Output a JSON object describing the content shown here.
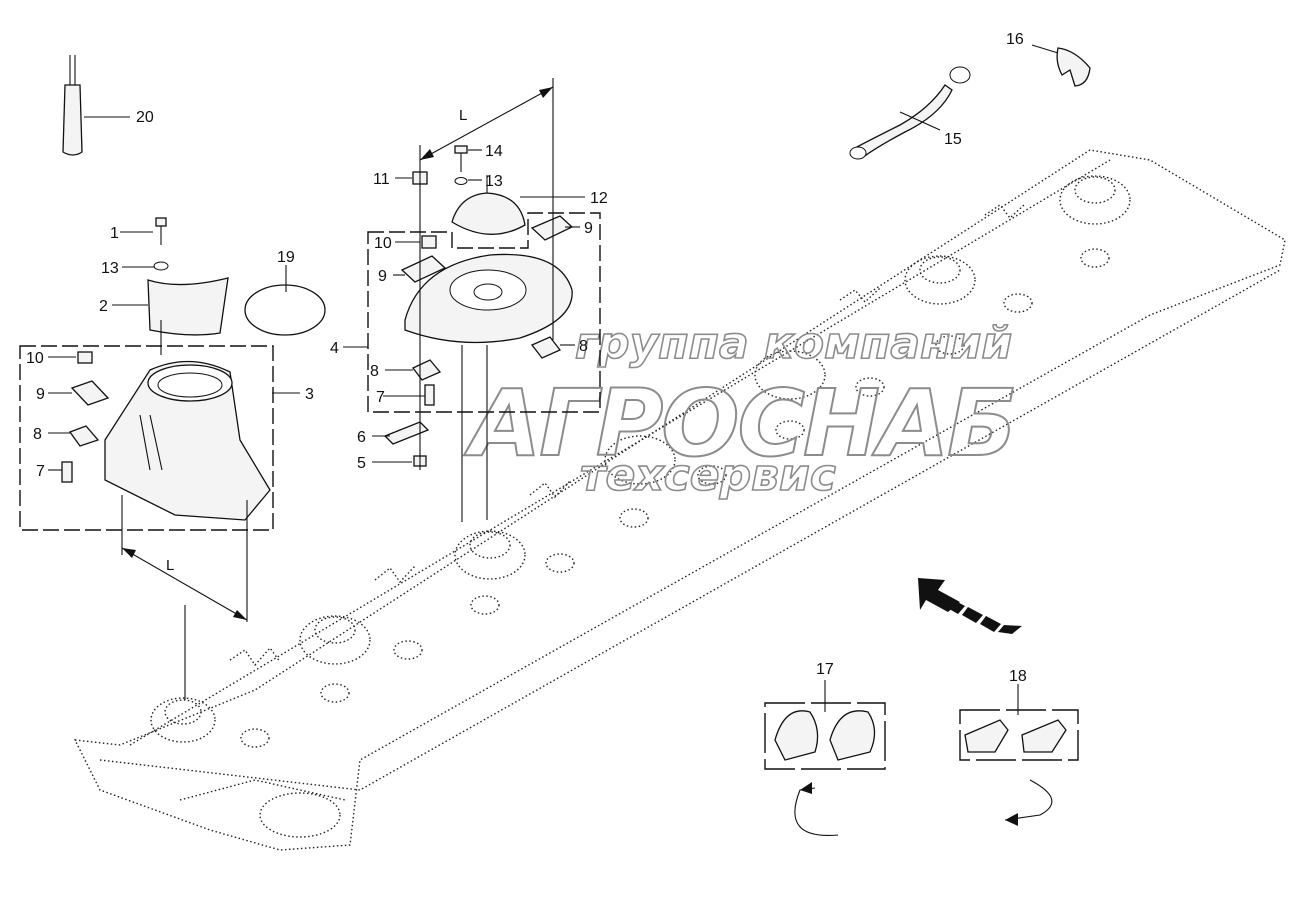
{
  "diagram": {
    "callouts": [
      "1",
      "2",
      "3",
      "4",
      "5",
      "6",
      "7",
      "7",
      "8",
      "8",
      "8",
      "9",
      "9",
      "9",
      "10",
      "10",
      "11",
      "12",
      "13",
      "13",
      "14",
      "15",
      "16",
      "17",
      "18",
      "19",
      "20"
    ],
    "labels": {
      "p1": "1",
      "p2": "2",
      "p3": "3",
      "p4": "4",
      "p5": "5",
      "p6": "6",
      "p7a": "7",
      "p7b": "7",
      "p8a": "8",
      "p8b": "8",
      "p8c": "8",
      "p9a": "9",
      "p9b": "9",
      "p9c": "9",
      "p10a": "10",
      "p10b": "10",
      "p11": "11",
      "p12": "12",
      "p13a": "13",
      "p13b": "13",
      "p14": "14",
      "p15": "15",
      "p16": "16",
      "p17": "17",
      "p18": "18",
      "p19": "19",
      "p20": "20"
    },
    "dimension_top": "L",
    "dimension_left": "L"
  },
  "watermark": {
    "line1": "группа компаний",
    "line2": "АГРОСНАБ",
    "line3": "техсервис"
  }
}
